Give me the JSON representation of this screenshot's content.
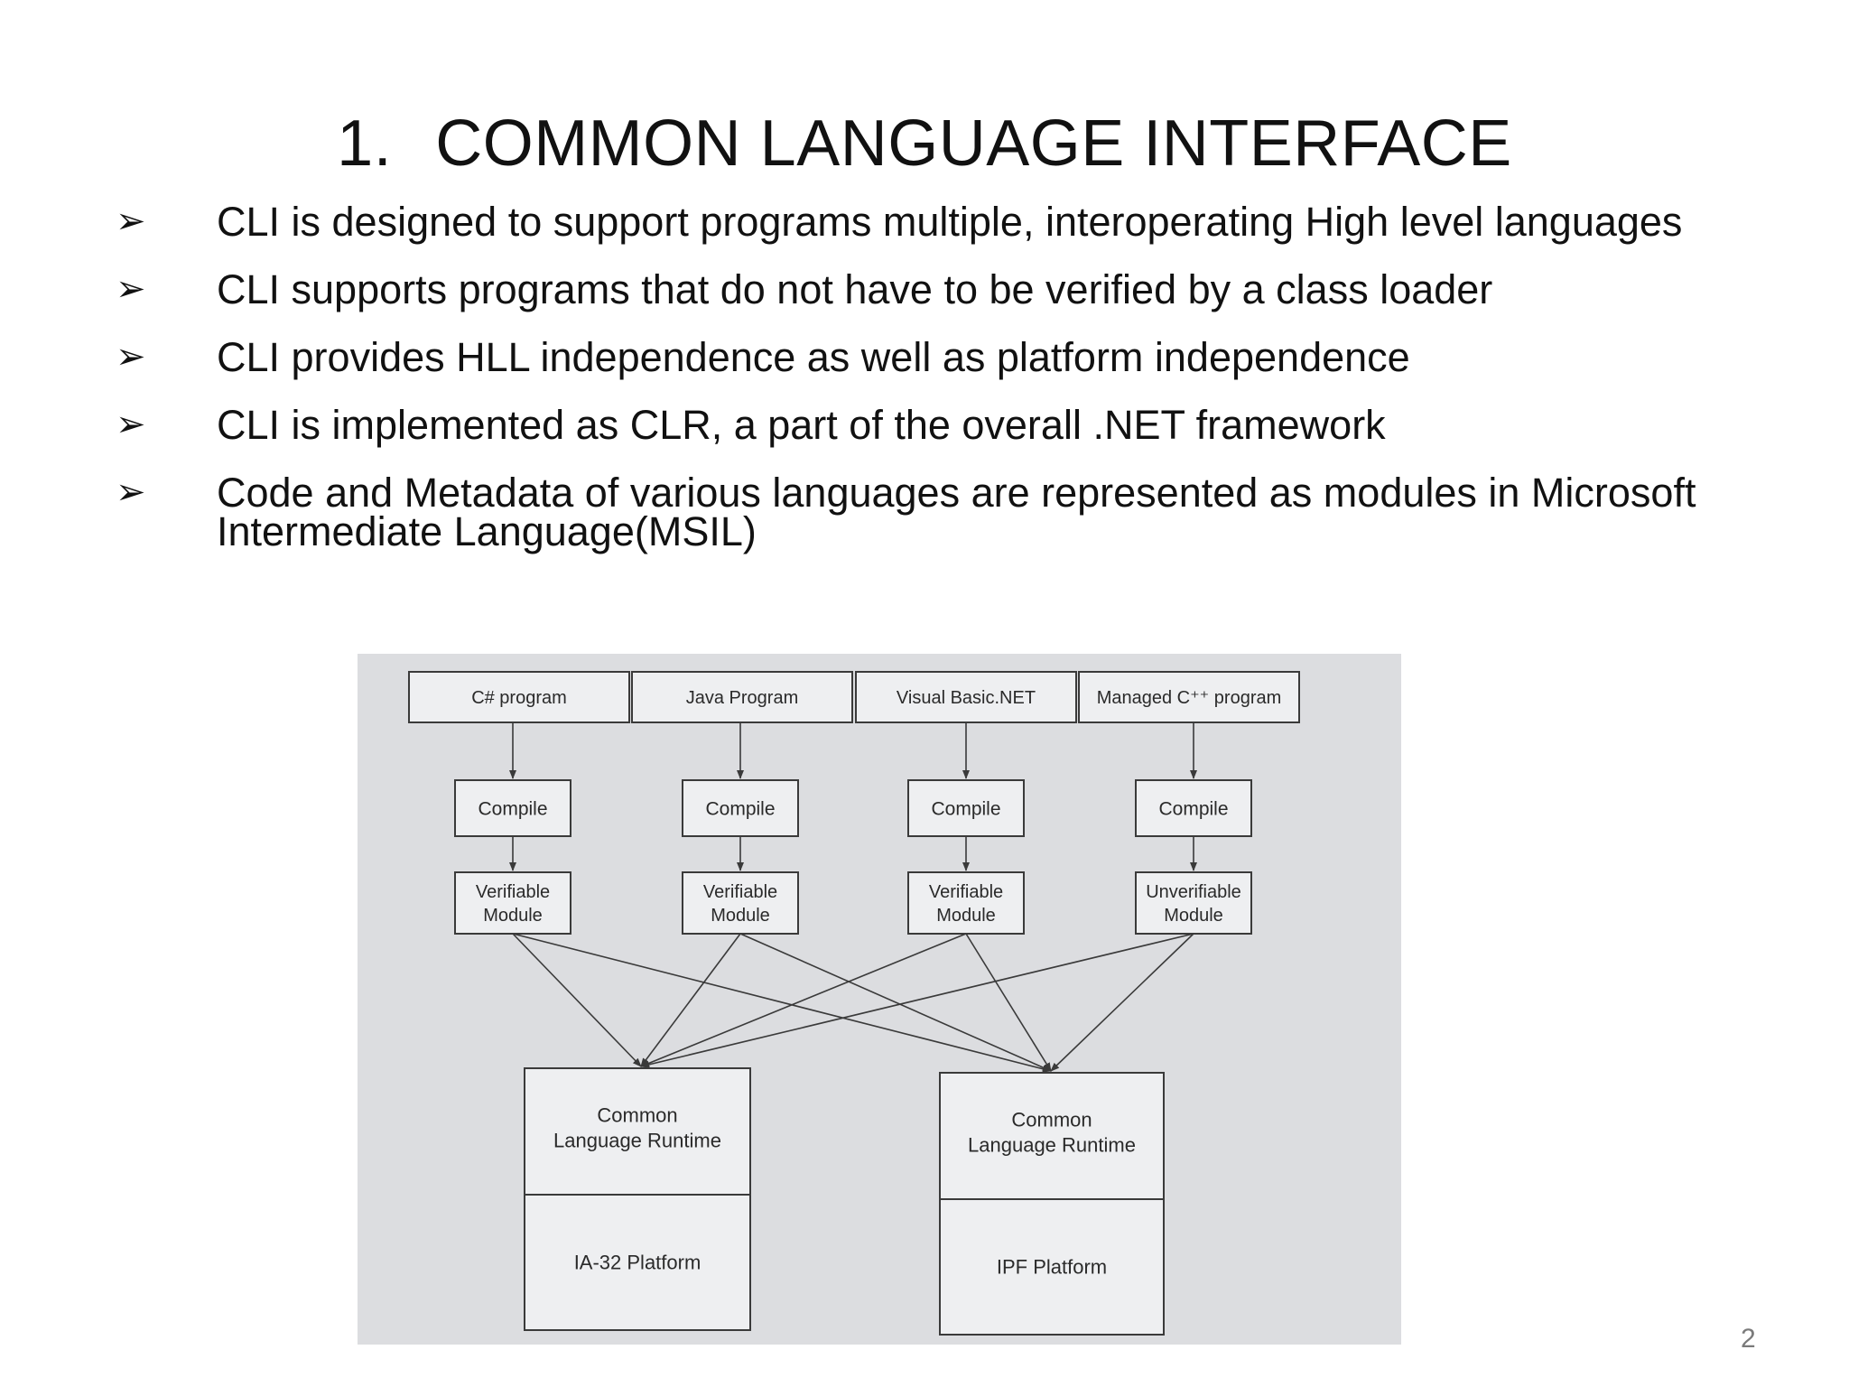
{
  "slide": {
    "title_number": "1.",
    "title_text": "COMMON LANGUAGE INTERFACE",
    "bullet_glyph": "➢",
    "bullets": [
      "CLI is designed to support programs multiple, interoperating High level languages",
      "CLI supports programs that do not have to be verified by a class loader",
      "CLI provides HLL independence as well as platform independence",
      "CLI is implemented as CLR, a part of the overall .NET framework",
      "Code and Metadata of various languages are represented as modules in Microsoft Intermediate Language(MSIL)"
    ],
    "page_number": "2"
  },
  "diagram": {
    "programs": [
      "C# program",
      "Java Program",
      "Visual Basic.NET",
      "Managed C⁺⁺ program"
    ],
    "compile_label": "Compile",
    "modules": [
      [
        "Verifiable",
        "Module"
      ],
      [
        "Verifiable",
        "Module"
      ],
      [
        "Verifiable",
        "Module"
      ],
      [
        "Unverifiable",
        "Module"
      ]
    ],
    "runtimes": [
      {
        "runtime": [
          "Common",
          "Language Runtime"
        ],
        "platform": "IA-32 Platform"
      },
      {
        "runtime": [
          "Common",
          "Language Runtime"
        ],
        "platform": "IPF Platform"
      }
    ],
    "colors": {
      "background": "#dcdde0",
      "box_fill": "#eeeff1",
      "stroke": "#3a3a3a",
      "text": "#2a2a2a"
    }
  }
}
